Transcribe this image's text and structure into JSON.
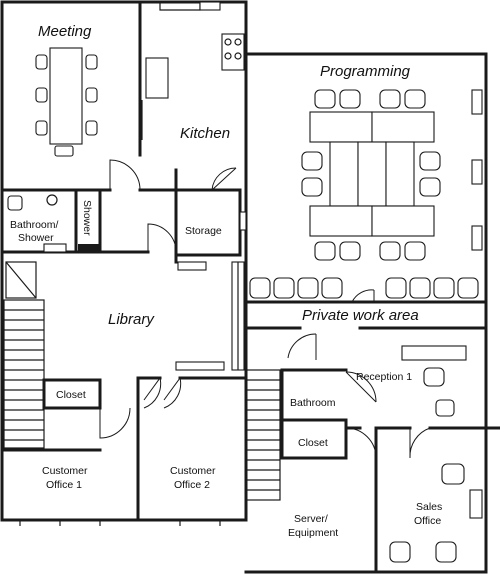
{
  "rooms": {
    "meeting": "Meeting",
    "kitchen": "Kitchen",
    "programming": "Programming",
    "bathroom_shower_1": "Bathroom/",
    "bathroom_shower_2": "Shower",
    "shower": "Shower",
    "storage": "Storage",
    "library": "Library",
    "private_work_area": "Private work area",
    "closet_left": "Closet",
    "reception": "Reception 1",
    "bathroom": "Bathroom",
    "closet_right": "Closet",
    "customer_office_1_l1": "Customer",
    "customer_office_1_l2": "Office 1",
    "customer_office_2_l1": "Customer",
    "customer_office_2_l2": "Office 2",
    "server_l1": "Server/",
    "server_l2": "Equipment",
    "sales_l1": "Sales",
    "sales_l2": "Office"
  }
}
